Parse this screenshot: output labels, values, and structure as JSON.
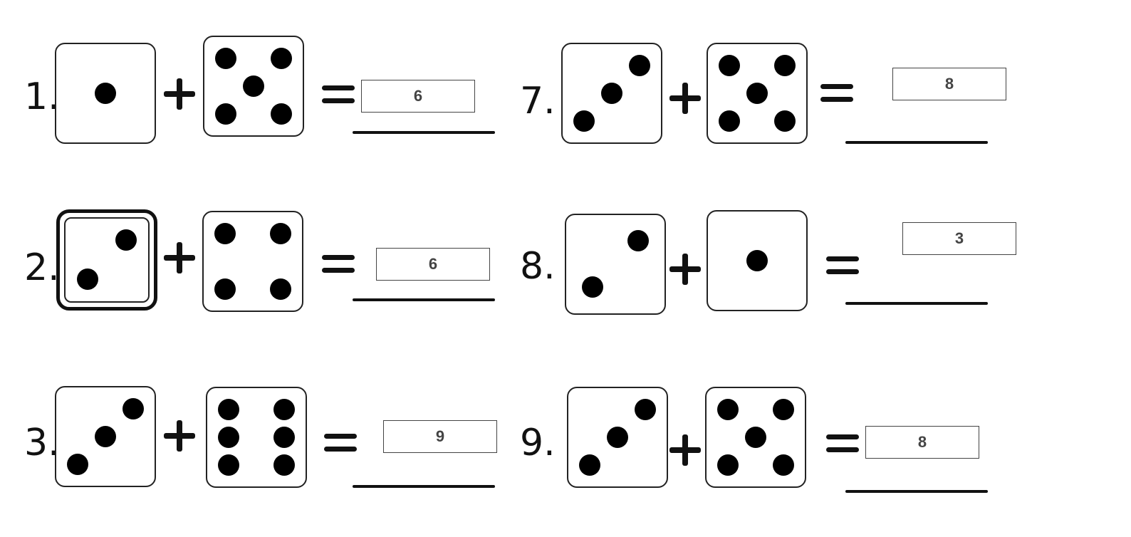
{
  "problems": [
    {
      "label": "1.",
      "left_pips": 1,
      "right_pips": 5,
      "answer": "6"
    },
    {
      "label": "2.",
      "left_pips": 2,
      "right_pips": 4,
      "answer": "6"
    },
    {
      "label": "3.",
      "left_pips": 3,
      "right_pips": 6,
      "answer": "9"
    },
    {
      "label": "7.",
      "left_pips": 3,
      "right_pips": 5,
      "answer": "8"
    },
    {
      "label": "8.",
      "left_pips": 2,
      "right_pips": 1,
      "answer": "3"
    },
    {
      "label": "9.",
      "left_pips": 3,
      "right_pips": 5,
      "answer": "8"
    }
  ]
}
